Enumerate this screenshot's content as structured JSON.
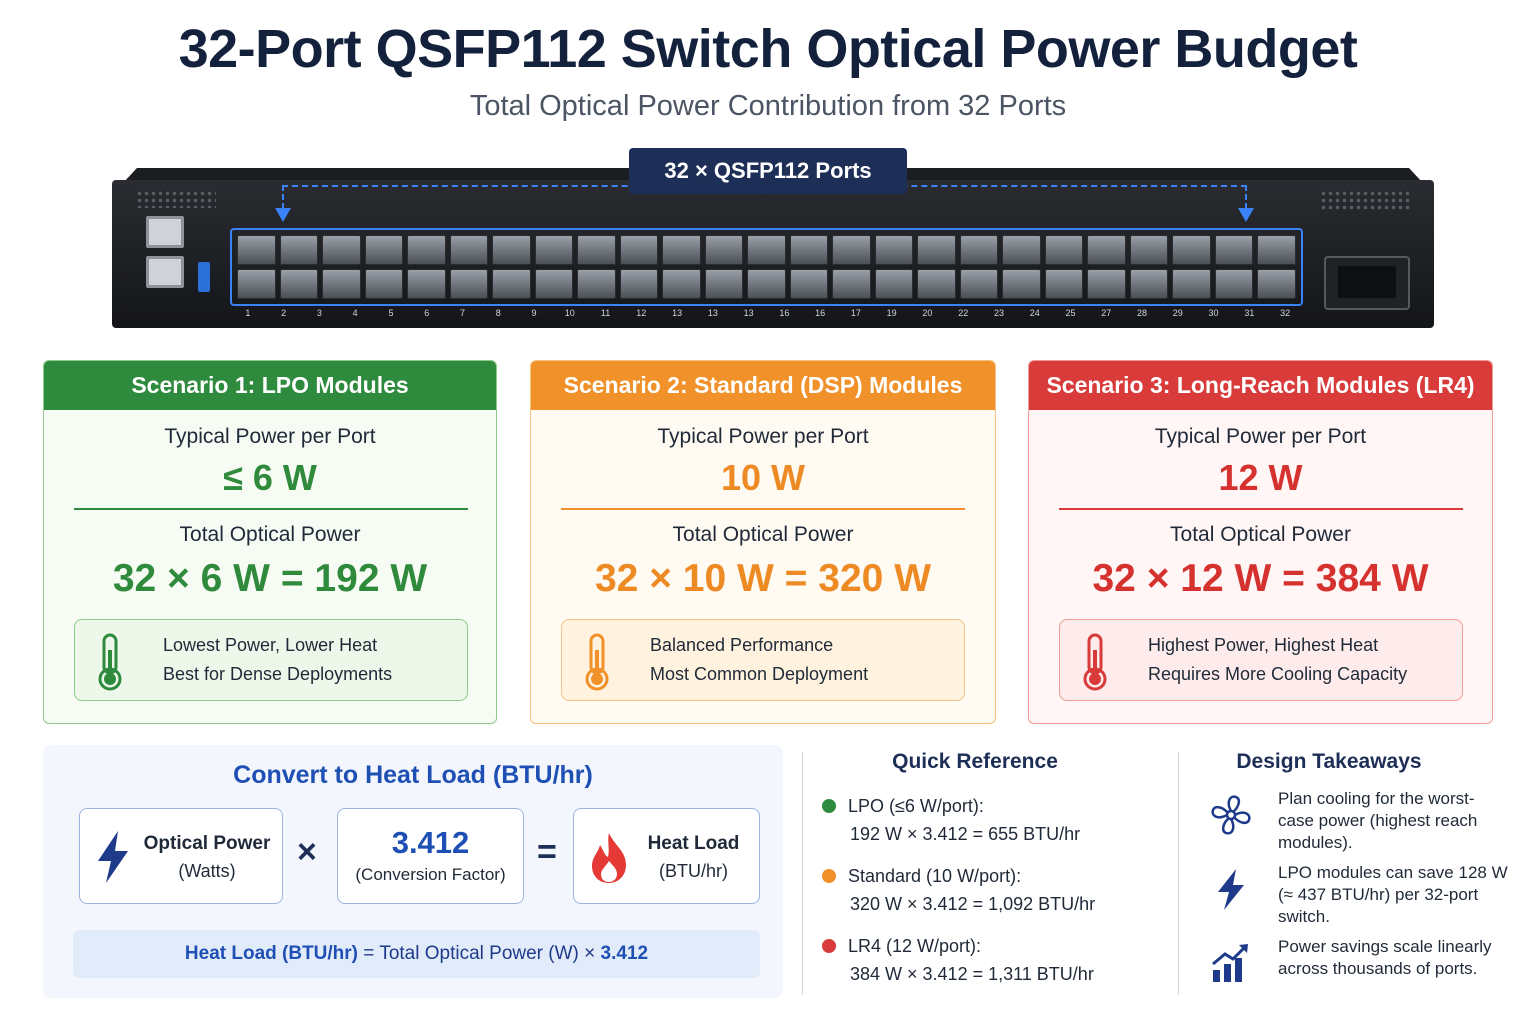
{
  "header": {
    "title": "32-Port QSFP112 Switch Optical Power Budget",
    "subtitle": "Total Optical Power Contribution from 32 Ports"
  },
  "switch": {
    "badge": "32 × QSFP112 Ports",
    "port_labels": [
      "1",
      "2",
      "3",
      "4",
      "5",
      "6",
      "7",
      "8",
      "9",
      "10",
      "11",
      "12",
      "13",
      "13",
      "13",
      "16",
      "16",
      "17",
      "19",
      "20",
      "22",
      "23",
      "24",
      "25",
      "27",
      "28",
      "29",
      "30",
      "31",
      "32"
    ]
  },
  "scenarios": [
    {
      "header": "Scenario 1: LPO Modules",
      "per_port_label": "Typical Power per Port",
      "per_port_value": "≤ 6 W",
      "total_label": "Total Optical Power",
      "total_value": "32 × 6 W = 192 W",
      "note_line1": "Lowest Power, Lower Heat",
      "note_line2": "Best for Dense Deployments",
      "colors": {
        "accent": "#2e8b3e",
        "text": "#2f8a3c",
        "bg": "#f6fbf4",
        "border": "#8cc98a",
        "note_bg": "#edf7ea"
      }
    },
    {
      "header": "Scenario 2: Standard (DSP) Modules",
      "per_port_label": "Typical Power per Port",
      "per_port_value": "10 W",
      "total_label": "Total Optical Power",
      "total_value": "32 × 10 W = 320 W",
      "note_line1": "Balanced Performance",
      "note_line2": "Most Common Deployment",
      "colors": {
        "accent": "#f0912a",
        "text": "#ee8a24",
        "bg": "#fffaf2",
        "border": "#f6c382",
        "note_bg": "#fff2df"
      }
    },
    {
      "header": "Scenario 3: Long-Reach Modules (LR4)",
      "per_port_label": "Typical Power per Port",
      "per_port_value": "12 W",
      "total_label": "Total Optical Power",
      "total_value": "32 × 12 W = 384 W",
      "note_line1": "Highest Power, Highest Heat",
      "note_line2": "Requires More Cooling Capacity",
      "colors": {
        "accent": "#d93a3a",
        "text": "#d5312f",
        "bg": "#fff6f5",
        "border": "#ee9a97",
        "note_bg": "#fdeceb"
      }
    }
  ],
  "conversion": {
    "title": "Convert to Heat Load (BTU/hr)",
    "input_label": "Optical Power",
    "input_unit": "(Watts)",
    "multiply": "×",
    "factor_value": "3.412",
    "factor_label": "(Conversion Factor)",
    "equals": "=",
    "output_label": "Heat Load",
    "output_unit": "(BTU/hr)",
    "formula_lhs": "Heat Load (BTU/hr)",
    "formula_mid": " = Total Optical Power (W) × ",
    "formula_factor": "3.412"
  },
  "quick_reference": {
    "title": "Quick Reference",
    "items": [
      {
        "label": "LPO (≤6 W/port):",
        "calc": "192 W × 3.412 = 655 BTU/hr",
        "color": "#2e8b3e"
      },
      {
        "label": "Standard (10 W/port):",
        "calc": "320 W × 3.412 = 1,092 BTU/hr",
        "color": "#f0912a"
      },
      {
        "label": "LR4 (12 W/port):",
        "calc": "384 W × 3.412 = 1,311 BTU/hr",
        "color": "#d93a3a"
      }
    ]
  },
  "design_takeaways": {
    "title": "Design Takeaways",
    "items": [
      {
        "icon": "fan-icon",
        "text": "Plan cooling for the worst-case power (highest reach modules)."
      },
      {
        "icon": "lightning-icon",
        "text": "LPO modules can save 128 W (≈ 437 BTU/hr) per 32-port switch."
      },
      {
        "icon": "growth-chart-icon",
        "text": "Power savings scale linearly across thousands of ports."
      }
    ]
  }
}
